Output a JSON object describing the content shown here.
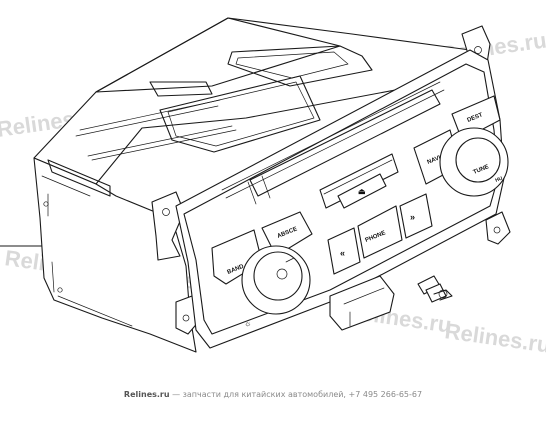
{
  "watermark": {
    "text": "Relines.ru",
    "alt_text": "Relines"
  },
  "controls": {
    "band": "BAND",
    "absce": "ABSCE",
    "phone": "PHONE",
    "navi": "NAVI",
    "dest": "DEST",
    "tune": "TUNE",
    "hu": "HU",
    "prev": "«",
    "next": "»",
    "eject": "⏏"
  },
  "footer": {
    "site": "Relines.ru",
    "text": " — запчасти для китайских автомобилей, +7 495 266-65-67"
  }
}
